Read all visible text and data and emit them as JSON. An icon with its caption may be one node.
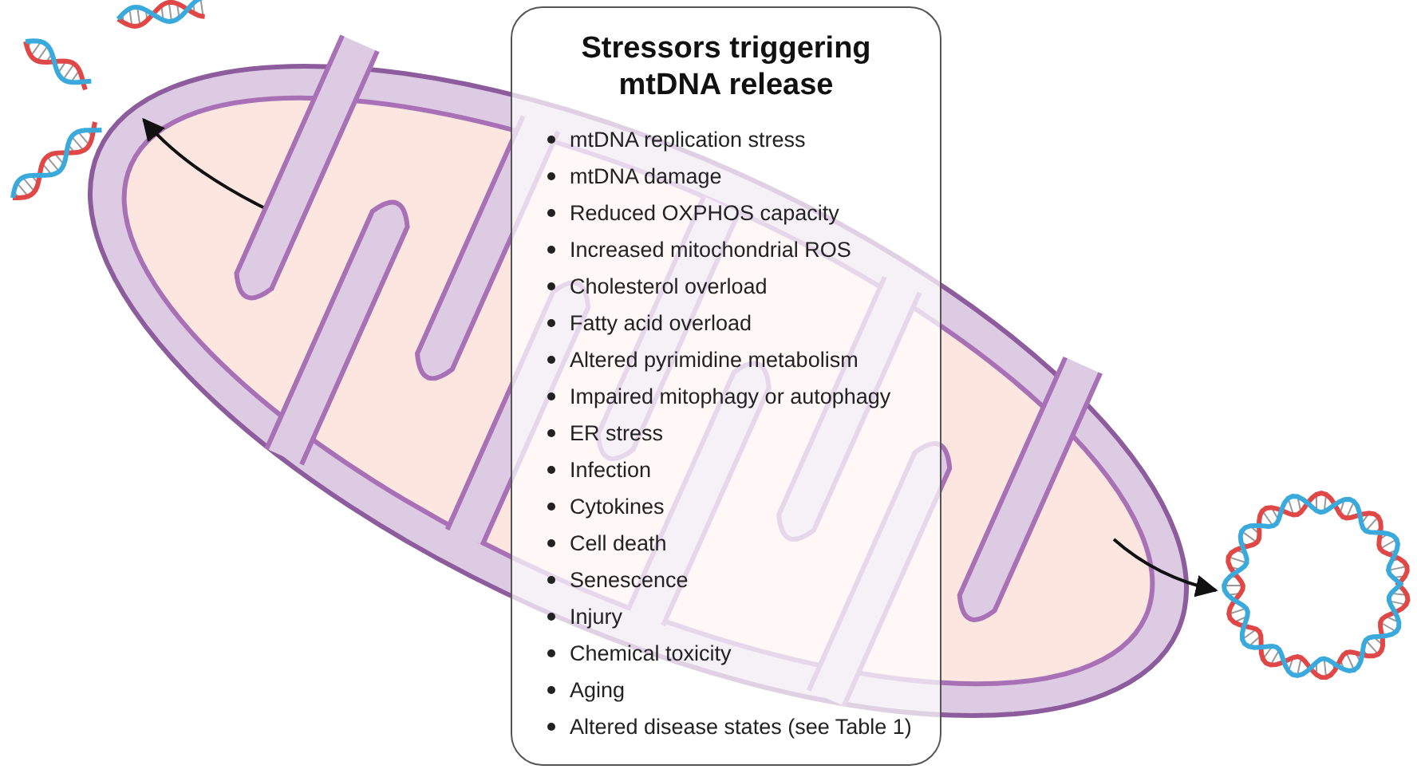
{
  "diagram": {
    "nodes": [
      {
        "text": [],
        "shape": "picture"
      },
      {
        "text": [],
        "shape": "picture"
      },
      {
        "text": [],
        "shape": "picture"
      },
      {
        "text": [
          "Stressors triggering mtDNA release",
          "mtDNA replication stress",
          "mtDNA damage",
          "Reduced OXPHOS capacity",
          "Increased mitochondrial ROS",
          "Cholesterol overload",
          "Fatty acid overload",
          "Altered pyrimidine metabolism",
          "Impaired mitophagy or autophagy",
          "ER stress",
          "Infection",
          "Cytokines",
          "Cell death",
          "Senescence",
          "Injury",
          "Chemical toxicity",
          "Aging",
          "Altered disease states (see Table 1)"
        ]
      }
    ],
    "edges": [
      {
        "from": 0,
        "to": 1,
        "arrow": "to"
      },
      {
        "from": 0,
        "to": 2,
        "arrow": "to"
      }
    ]
  }
}
